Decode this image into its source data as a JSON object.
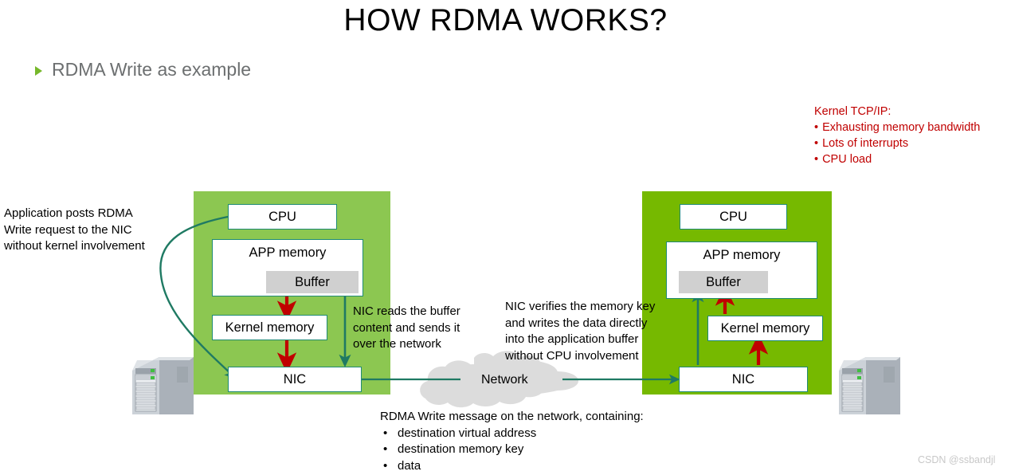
{
  "slide": {
    "title": "HOW RDMA WORKS?",
    "subtitle": "RDMA Write as example",
    "watermark": "CSDN @ssbandjl"
  },
  "colors": {
    "panel_left_green": "#8cc751",
    "panel_right_green": "#76b900",
    "box_border_teal": "#1f8a74",
    "arrow_red": "#c00000",
    "arrow_teal": "#1f7a63",
    "note_red": "#c00000",
    "subtitle_gray": "#6c6f70",
    "buffer_gray": "#d0d0d0",
    "cloud_gray": "#dcdcdc"
  },
  "red_note": {
    "heading": "Kernel TCP/IP:",
    "items": [
      "Exhausting memory bandwidth",
      "Lots of interrupts",
      "CPU load"
    ]
  },
  "annotations": {
    "left": [
      "Application posts RDMA",
      "Write request to the NIC",
      "without kernel involvement"
    ],
    "mid_left": [
      "NIC reads the buffer",
      "content and sends it",
      "over the network"
    ],
    "mid_right": [
      "NIC verifies the memory key",
      "and writes the data directly",
      "into the application buffer",
      "without CPU involvement"
    ],
    "bottom": {
      "heading": "RDMA Write message on the network, containing:",
      "items": [
        "destination virtual address",
        "destination memory key",
        "data"
      ]
    }
  },
  "network": {
    "label": "Network"
  },
  "host_left": {
    "cpu": "CPU",
    "app_memory": "APP memory",
    "buffer": "Buffer",
    "kernel_memory": "Kernel memory",
    "nic": "NIC"
  },
  "host_right": {
    "cpu": "CPU",
    "app_memory": "APP memory",
    "buffer": "Buffer",
    "kernel_memory": "Kernel memory",
    "nic": "NIC"
  }
}
